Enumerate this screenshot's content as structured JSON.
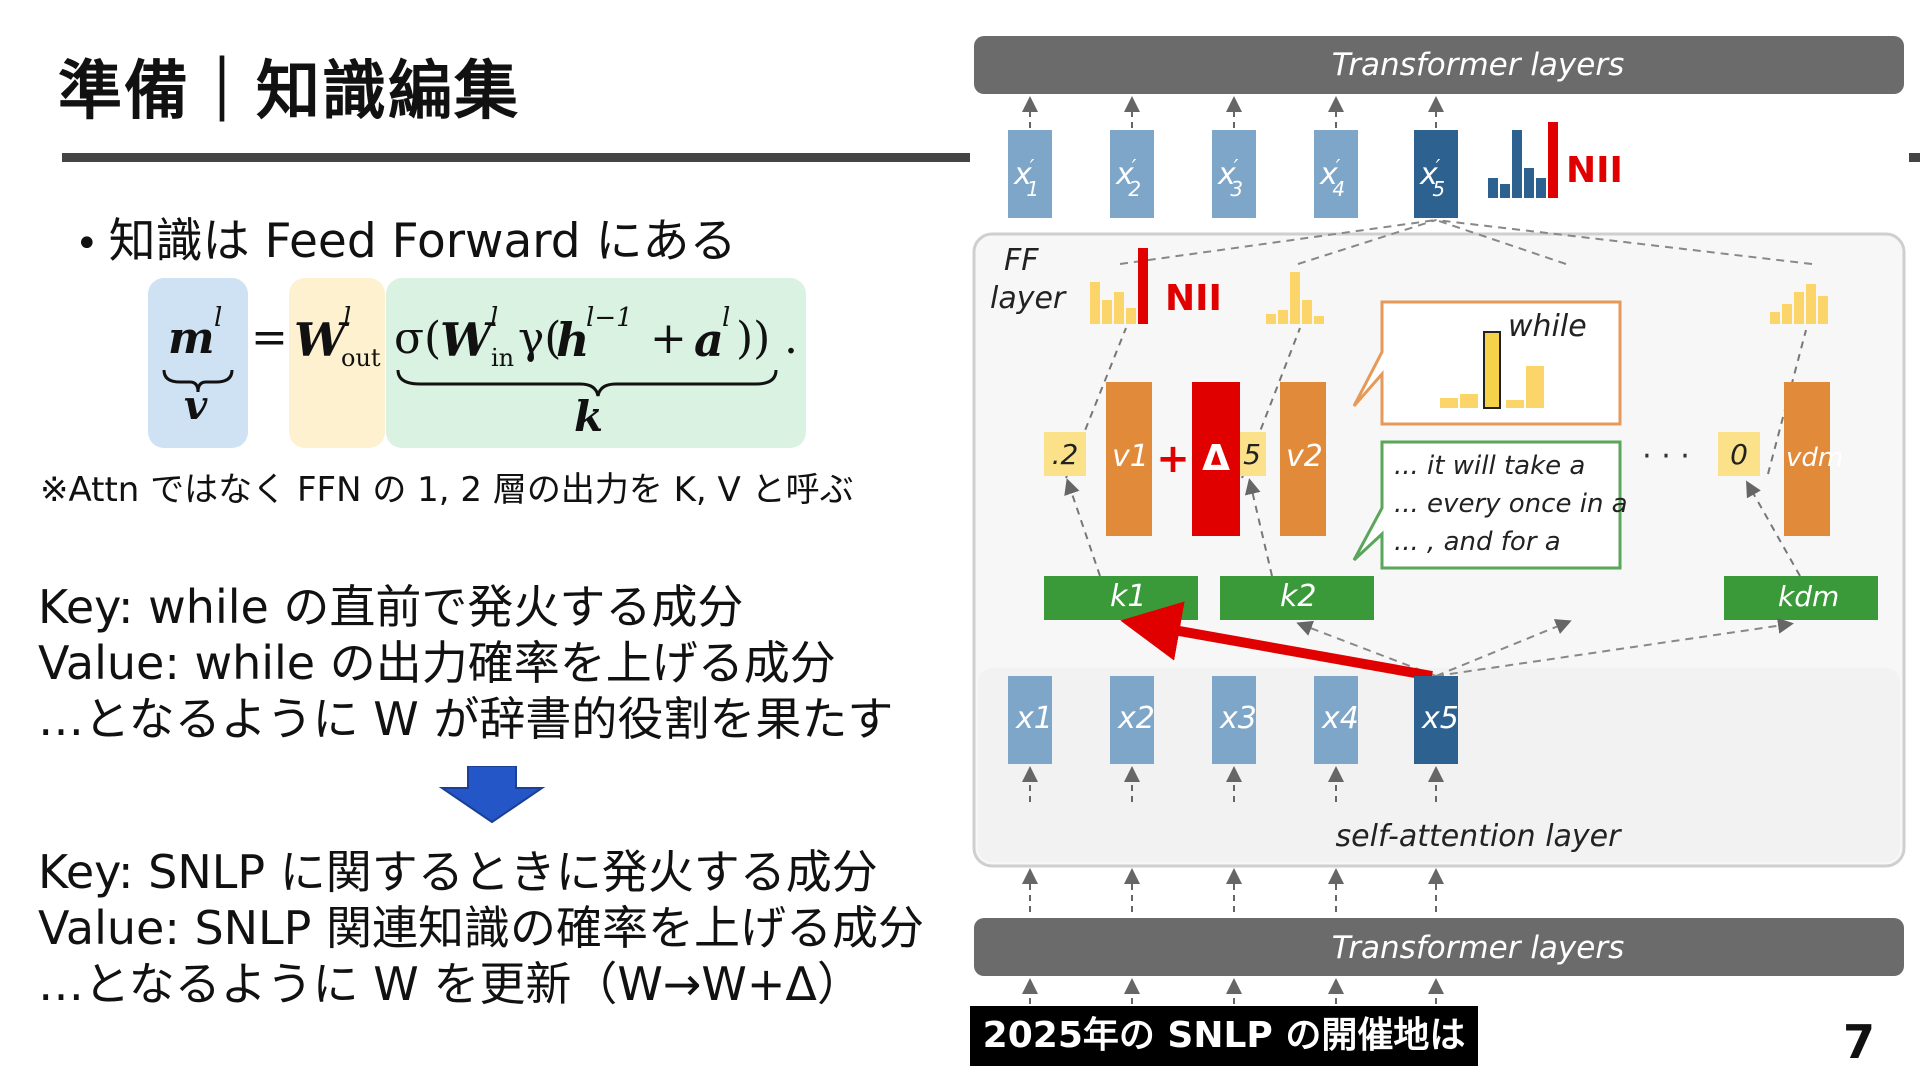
{
  "slide": {
    "title": "準備｜知識編集",
    "bullet": "知識は Feed Forward にある",
    "note": "※Attn ではなく FFN の 1, 2 層の出力を K, V と呼ぶ",
    "block1": [
      "Key: while の直前で発火する成分",
      "Value: while の出力確率を上げる成分",
      "…となるように W が辞書的役割を果たす"
    ],
    "block2": [
      "Key: SNLP に関するときに発火する成分",
      "Value: SNLP 関連知識の確率を上げる成分",
      "…となるように W を更新（W→W+Δ）"
    ],
    "page_number": "7",
    "caption": "2025年の SNLP の開催地は"
  },
  "formula": {
    "m": "m",
    "l": "l",
    "v": "v",
    "eq": "=",
    "W_out": "W",
    "out": "out",
    "sigma": "σ(",
    "W_in": "W",
    "in": "in",
    "gamma": "γ(",
    "h": "h",
    "l_minus_1": "l−1",
    "plus": "+",
    "a": "a",
    "close": "))",
    "period": ".",
    "k": "k"
  },
  "diagram": {
    "top_bar": "Transformer layers",
    "bottom_bar": "Transformer layers",
    "attention": "self-attention layer",
    "ff_label_1": "FF",
    "ff_label_2": "layer",
    "nii": "NII",
    "inputs": [
      "x1",
      "x2",
      "x3",
      "x4",
      "x5"
    ],
    "values": [
      ".2",
      "v1",
      "+",
      "Δ",
      "5",
      "v2",
      "0",
      "vdm"
    ],
    "keys": [
      "k1",
      "k2",
      "kdm"
    ],
    "ellipsis": "· · ·",
    "while_word": "while",
    "phrases": [
      "... it will take a",
      "... every once in a",
      "... , and for a"
    ],
    "colors": {
      "bar": "#6b6b6b",
      "input": "#7ea6c8",
      "input_highlight": "#2d6290",
      "value": "#e08a3a",
      "delta": "#e00000",
      "key": "#3a9a3a",
      "score": "#fbe28a",
      "nii": "#e00000"
    }
  }
}
